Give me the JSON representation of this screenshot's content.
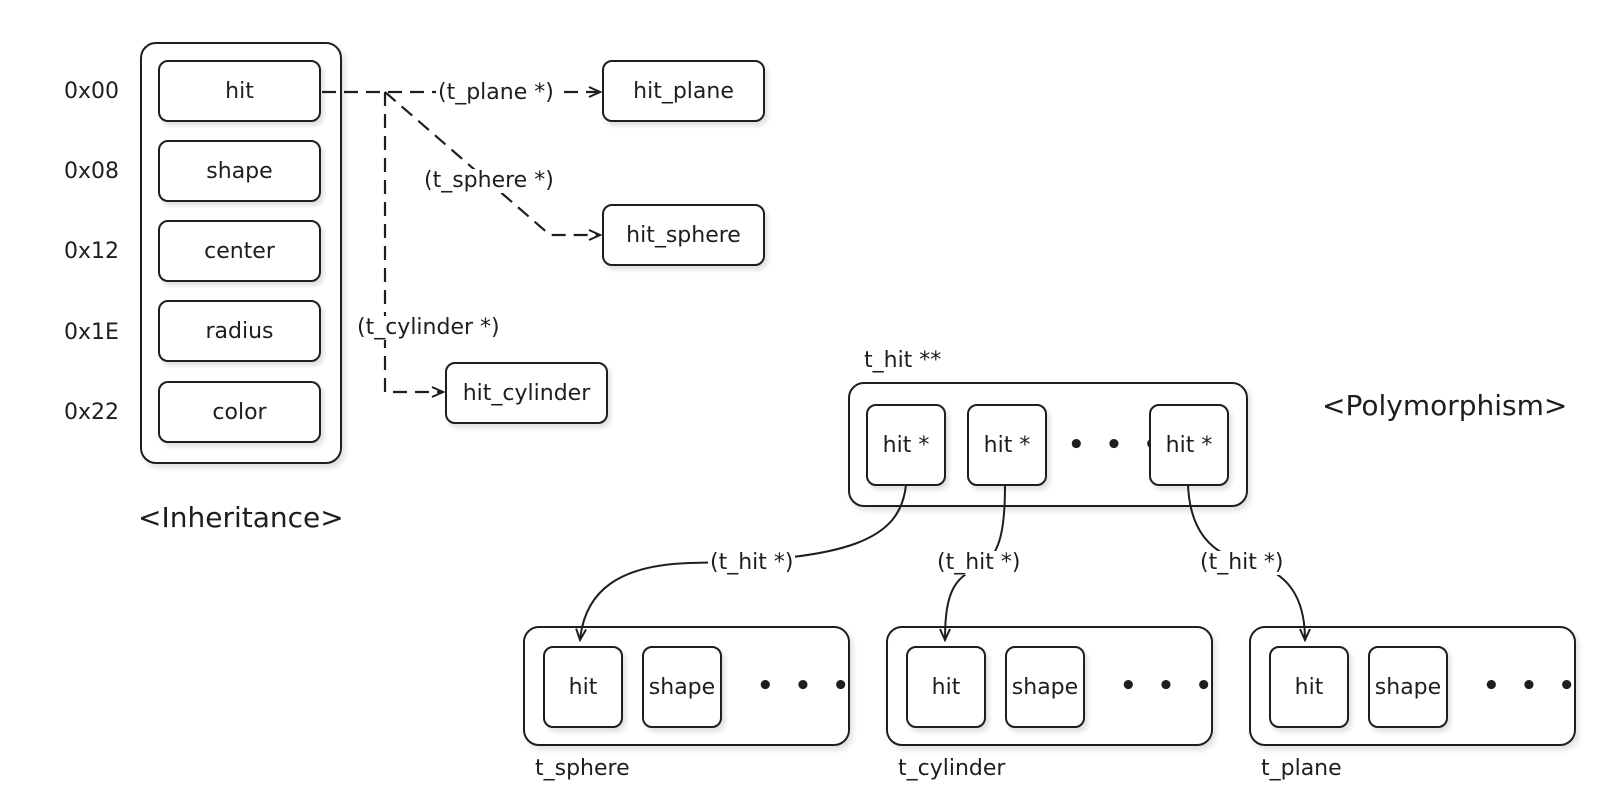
{
  "inheritance": {
    "title": "<Inheritance>",
    "fields": [
      {
        "offset": "0x00",
        "name": "hit"
      },
      {
        "offset": "0x08",
        "name": "shape"
      },
      {
        "offset": "0x12",
        "name": "center"
      },
      {
        "offset": "0x1E",
        "name": "radius"
      },
      {
        "offset": "0x22",
        "name": "color"
      }
    ],
    "casts": [
      {
        "label": "(t_plane *)",
        "target": "hit_plane"
      },
      {
        "label": "(t_sphere *)",
        "target": "hit_sphere"
      },
      {
        "label": "(t_cylinder *)",
        "target": "hit_cylinder"
      }
    ]
  },
  "polymorphism": {
    "title": "<Polymorphism>",
    "array_label": "t_hit **",
    "array_items": [
      "hit *",
      "hit *",
      "hit *"
    ],
    "ellipsis": "• • •",
    "cast_label": "(t_hit *)",
    "structs": [
      {
        "name": "t_sphere",
        "fields": [
          "hit",
          "shape"
        ]
      },
      {
        "name": "t_cylinder",
        "fields": [
          "hit",
          "shape"
        ]
      },
      {
        "name": "t_plane",
        "fields": [
          "hit",
          "shape"
        ]
      }
    ]
  }
}
